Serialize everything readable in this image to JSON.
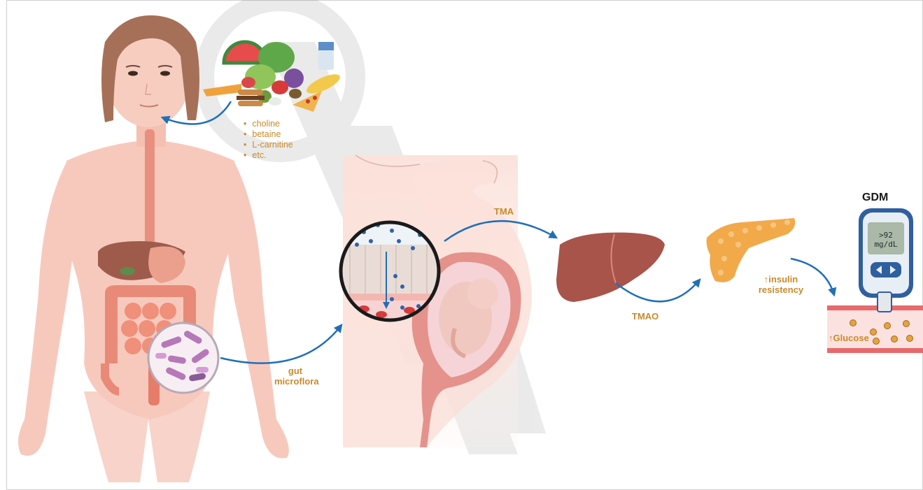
{
  "labels": {
    "nutrients": [
      "choline",
      "betaine",
      "L-carnitine",
      "etc."
    ],
    "tma": "TMA",
    "tmao": "TMAO",
    "gut_microflora": [
      "gut",
      "microflora"
    ],
    "insulin": [
      "↑insulin",
      "resistency"
    ],
    "glucose": "↑Glucose",
    "gdm": "GDM",
    "meter_reading": [
      ">92",
      "mg/dL"
    ]
  },
  "colors": {
    "accent_label": "#c98a2a",
    "arrow": "#1f6fb8",
    "body_skin": "#f7c9bd",
    "liver": "#a8544a",
    "pancreas": "#f2a94a",
    "vessel": "#e86a6a",
    "glucose_dot": "#e9a23b",
    "meter_body": "#2f5f9e"
  },
  "icons": [
    "woman-figure-icon",
    "food-icon",
    "bacteria-icon",
    "pregnant-belly-icon",
    "intestinal-wall-icon",
    "fetus-icon",
    "liver-icon",
    "pancreas-icon",
    "glucometer-icon",
    "blood-vessel-icon"
  ]
}
